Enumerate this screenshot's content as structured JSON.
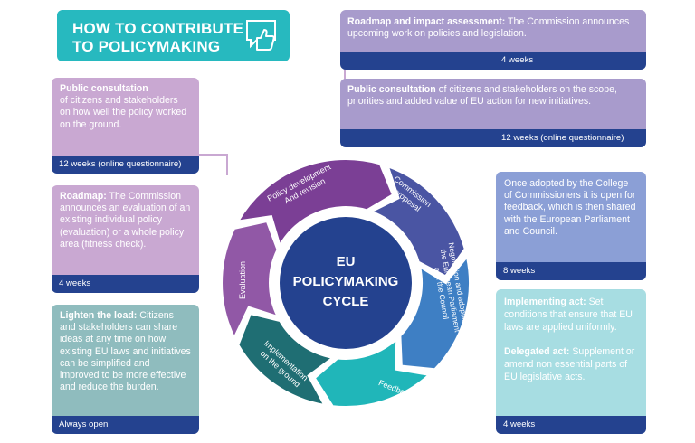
{
  "title": {
    "line1": "HOW TO CONTRIBUTE",
    "line2": "TO POLICYMAKING",
    "icon": "thumbs-up-speech-icon"
  },
  "center": {
    "line1": "EU",
    "line2": "POLICYMAKING",
    "line3": "CYCLE"
  },
  "segments": {
    "policy_dev_1": "Policy development",
    "policy_dev_2": "And revision",
    "commission_1": "Commission",
    "commission_2": "proposal",
    "negotiation_1": "Negotiation and adoption by",
    "negotiation_2": "the European Parliament",
    "negotiation_3": "and the Council",
    "feedback": "Feedback",
    "implementation_1": "Implementation",
    "implementation_2": "on the ground",
    "evaluation": "Evaluation"
  },
  "cards": {
    "roadmap_impact": {
      "bold": "Roadmap and impact assessment:",
      "text": " The Commission announces upcoming work on policies and legislation.",
      "footer": "4 weeks"
    },
    "public_consult_right": {
      "bold": "Public consultation",
      "text": " of citizens and stakeholders on the scope, priorities and added value of EU action for new initiatives.",
      "footer": "12 weeks (online questionnaire)"
    },
    "public_consult_left": {
      "bold": "Public consultation",
      "text": "of citizens and stakeholders on how well the policy worked on the ground.",
      "footer": "12 weeks (online questionnaire)"
    },
    "roadmap_left": {
      "bold": "Roadmap:",
      "text": " The Commission announces an evaluation of an existing individual policy (evaluation) or a whole policy area (fitness check).",
      "footer": "4 weeks"
    },
    "feedback_adopted": {
      "text": "Once adopted by the College of Commissioners it is open for feedback, which is then shared with the European Parliament and Council.",
      "footer": "8 weeks"
    },
    "lighten_load": {
      "bold": "Lighten the load:",
      "text": " Citizens and stakeholders can share ideas at any time on how existing EU laws and initiatives can be simplified and improved to be more effective and reduce the burden.",
      "footer": "Always open"
    },
    "acts": {
      "bold1": "Implementing act:",
      "text1": " Set conditions that ensure that EU laws are applied uniformly.",
      "bold2": "Delegated act:",
      "text2": " Supplement or amend  non essential parts of EU legislative acts.",
      "footer": "4 weeks"
    }
  },
  "colors": {
    "title_bg": "#27b9bf",
    "footer": "#24428f",
    "policy_dev": "#7b3f95",
    "commission": "#4a55a3",
    "negotiation": "#3e7fc4",
    "feedback": "#20b6b9",
    "implementation": "#1f6e73",
    "evaluation": "#9158a6",
    "center": "#24428f"
  }
}
